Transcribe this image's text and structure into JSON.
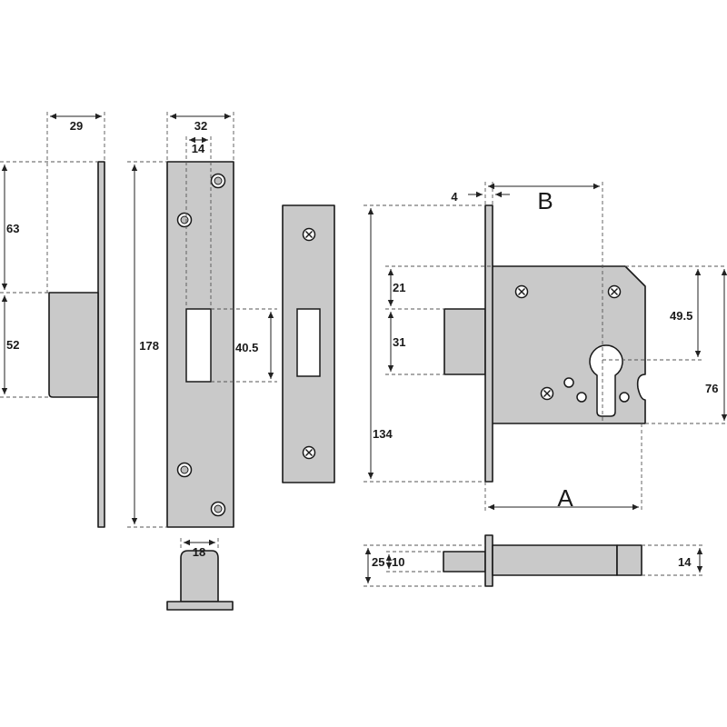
{
  "dimensions": {
    "side_depth": "29",
    "side_top": "63",
    "side_bolt": "52",
    "forend_width": "32",
    "forend_inner": "14",
    "forend_height": "178",
    "keep_slot": "40.5",
    "box_width": "18",
    "lock_faceplate": "4",
    "lock_body_height": "134",
    "lock_upper": "21",
    "lock_bolt": "31",
    "lock_centre": "49.5",
    "lock_case": "76",
    "bolt_outer": "25",
    "bolt_inner": "10",
    "bolt_tail": "14"
  },
  "labels": {
    "A": "A",
    "B": "B"
  }
}
